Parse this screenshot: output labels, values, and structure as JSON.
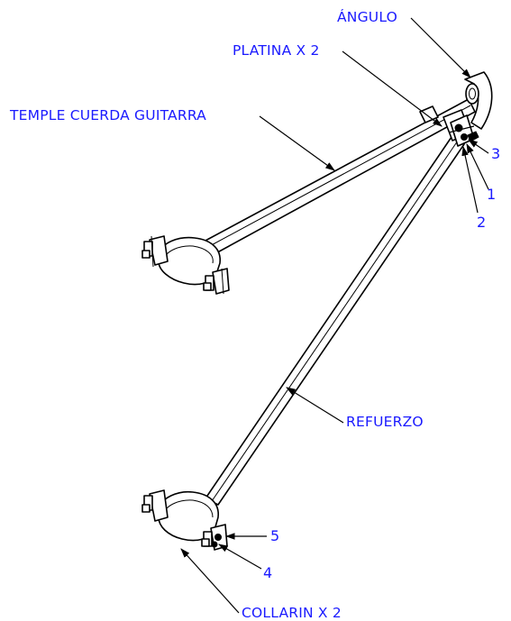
{
  "labels": {
    "angulo": "ÁNGULO",
    "platina": "PLATINA X 2",
    "temple": "TEMPLE CUERDA GUITARRA",
    "refuerzo": "REFUERZO",
    "collarin": "COLLARIN X 2"
  },
  "balloons": {
    "b1": "1",
    "b2": "2",
    "b3": "3",
    "b4": "4",
    "b5": "5"
  },
  "colors": {
    "annotation": "#1a1aff",
    "lines": "#000000",
    "background": "#ffffff"
  }
}
